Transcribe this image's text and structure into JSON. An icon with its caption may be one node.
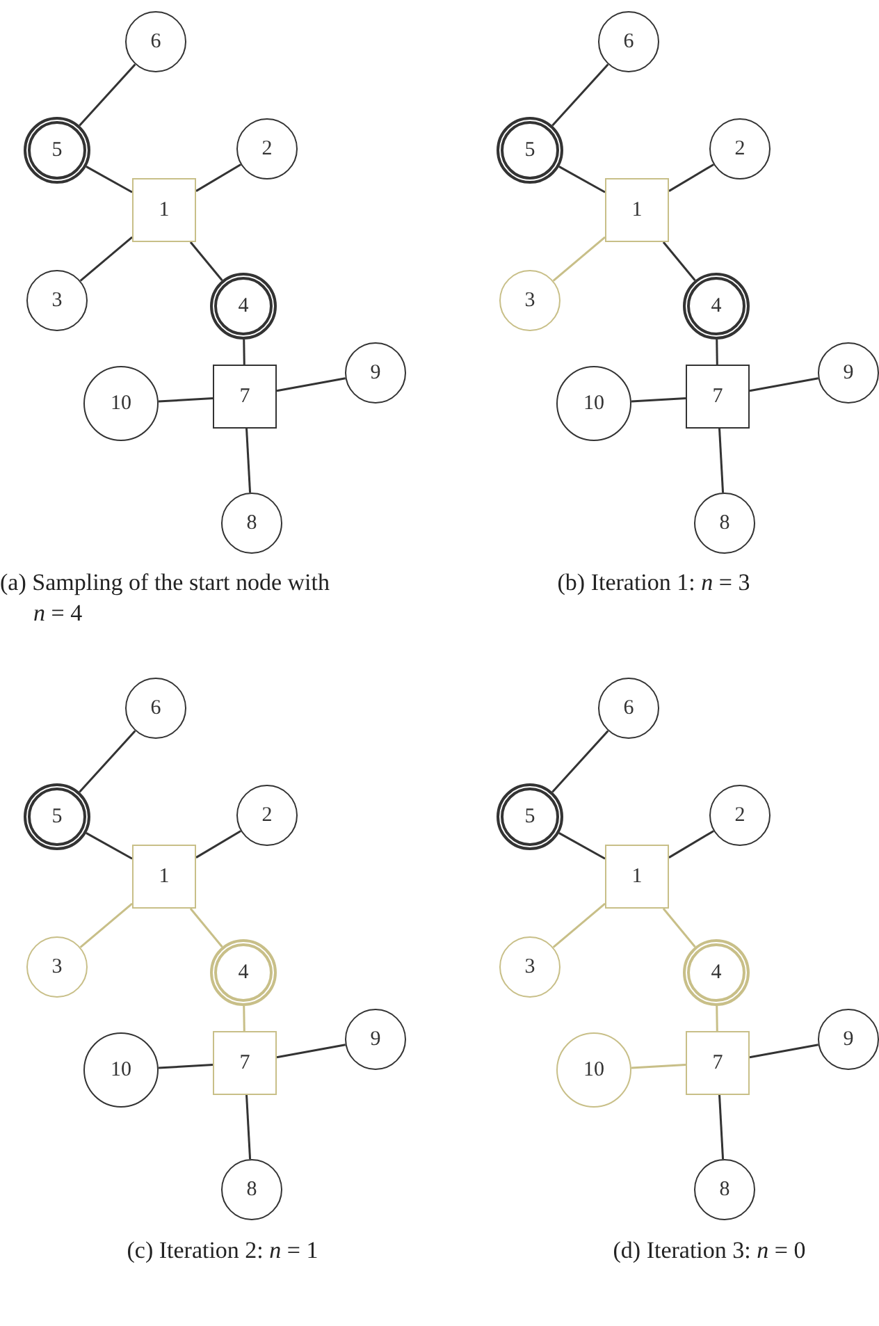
{
  "diagram": {
    "nodes": [
      {
        "text": [
          "6"
        ]
      },
      {
        "text": [
          "5"
        ]
      },
      {
        "text": [
          "2"
        ]
      },
      {
        "text": [
          "1"
        ]
      },
      {
        "text": [
          "3"
        ]
      },
      {
        "text": [
          "4"
        ]
      },
      {
        "text": [
          "9"
        ]
      },
      {
        "text": [
          "7"
        ]
      },
      {
        "text": [
          "10"
        ]
      },
      {
        "text": [
          "8"
        ]
      },
      {
        "text": [
          "6"
        ]
      },
      {
        "text": [
          "5"
        ]
      },
      {
        "text": [
          "2"
        ]
      },
      {
        "text": [
          "1"
        ]
      },
      {
        "text": [
          "3"
        ]
      },
      {
        "text": [
          "4"
        ]
      },
      {
        "text": [
          "9"
        ]
      },
      {
        "text": [
          "7"
        ]
      },
      {
        "text": [
          "10"
        ]
      },
      {
        "text": [
          "8"
        ]
      },
      {
        "text": [
          "6"
        ]
      },
      {
        "text": [
          "5"
        ]
      },
      {
        "text": [
          "2"
        ]
      },
      {
        "text": [
          "1"
        ]
      },
      {
        "text": [
          "3"
        ]
      },
      {
        "text": [
          "4"
        ]
      },
      {
        "text": [
          "9"
        ]
      },
      {
        "text": [
          "7"
        ]
      },
      {
        "text": [
          "10"
        ]
      },
      {
        "text": [
          "8"
        ]
      },
      {
        "text": [
          "6"
        ]
      },
      {
        "text": [
          "5"
        ]
      },
      {
        "text": [
          "2"
        ]
      },
      {
        "text": [
          "1"
        ]
      },
      {
        "text": [
          "3"
        ]
      },
      {
        "text": [
          "4"
        ]
      },
      {
        "text": [
          "9"
        ]
      },
      {
        "text": [
          "7"
        ]
      },
      {
        "text": [
          "10"
        ]
      },
      {
        "text": [
          "8"
        ]
      }
    ],
    "edges": [
      {
        "from": 1,
        "to": 0,
        "arrow": "none"
      },
      {
        "from": 3,
        "to": 1,
        "arrow": "none"
      },
      {
        "from": 3,
        "to": 2,
        "arrow": "none"
      },
      {
        "from": 3,
        "to": 4,
        "arrow": "none"
      },
      {
        "from": 3,
        "to": 5,
        "arrow": "none"
      },
      {
        "from": 5,
        "to": 7,
        "arrow": "none"
      },
      {
        "from": 7,
        "to": 6,
        "arrow": "none"
      },
      {
        "from": 7,
        "to": 8,
        "arrow": "none"
      },
      {
        "from": 7,
        "to": 9,
        "arrow": "none"
      },
      {
        "from": 11,
        "to": 10,
        "arrow": "none"
      },
      {
        "from": 13,
        "to": 11,
        "arrow": "none"
      },
      {
        "from": 13,
        "to": 12,
        "arrow": "none"
      },
      {
        "from": 13,
        "to": 14,
        "arrow": "none",
        "color": "#c8bf88"
      },
      {
        "from": 13,
        "to": 15,
        "arrow": "none"
      },
      {
        "from": 15,
        "to": 17,
        "arrow": "none"
      },
      {
        "from": 17,
        "to": 16,
        "arrow": "none"
      },
      {
        "from": 17,
        "to": 18,
        "arrow": "none"
      },
      {
        "from": 17,
        "to": 19,
        "arrow": "none"
      },
      {
        "from": 21,
        "to": 20,
        "arrow": "none"
      },
      {
        "from": 23,
        "to": 21,
        "arrow": "none"
      },
      {
        "from": 23,
        "to": 22,
        "arrow": "none"
      },
      {
        "from": 23,
        "to": 24,
        "arrow": "none",
        "color": "#c8bf88"
      },
      {
        "from": 23,
        "to": 25,
        "arrow": "none",
        "color": "#c8bf88"
      },
      {
        "from": 25,
        "to": 27,
        "arrow": "none",
        "color": "#c8bf88"
      },
      {
        "from": 27,
        "to": 26,
        "arrow": "none"
      },
      {
        "from": 27,
        "to": 28,
        "arrow": "none"
      },
      {
        "from": 27,
        "to": 29,
        "arrow": "none"
      },
      {
        "from": 31,
        "to": 30,
        "arrow": "none"
      },
      {
        "from": 33,
        "to": 31,
        "arrow": "none"
      },
      {
        "from": 33,
        "to": 32,
        "arrow": "none"
      },
      {
        "from": 33,
        "to": 34,
        "arrow": "none",
        "color": "#c8bf88"
      },
      {
        "from": 33,
        "to": 35,
        "arrow": "none",
        "color": "#c8bf88"
      },
      {
        "from": 35,
        "to": 37,
        "arrow": "none",
        "color": "#c8bf88"
      },
      {
        "from": 37,
        "to": 36,
        "arrow": "none"
      },
      {
        "from": 37,
        "to": 38,
        "arrow": "none",
        "color": "#c8bf88"
      },
      {
        "from": 37,
        "to": 39,
        "arrow": "none"
      }
    ],
    "labels": [
      "(a) Sampling of the start node with *n* = 4",
      "(b) Iteration 1: *n* = 3",
      "(c) Iteration 2: *n* = 1",
      "(d) Iteration 3: *n* = 0"
    ]
  }
}
